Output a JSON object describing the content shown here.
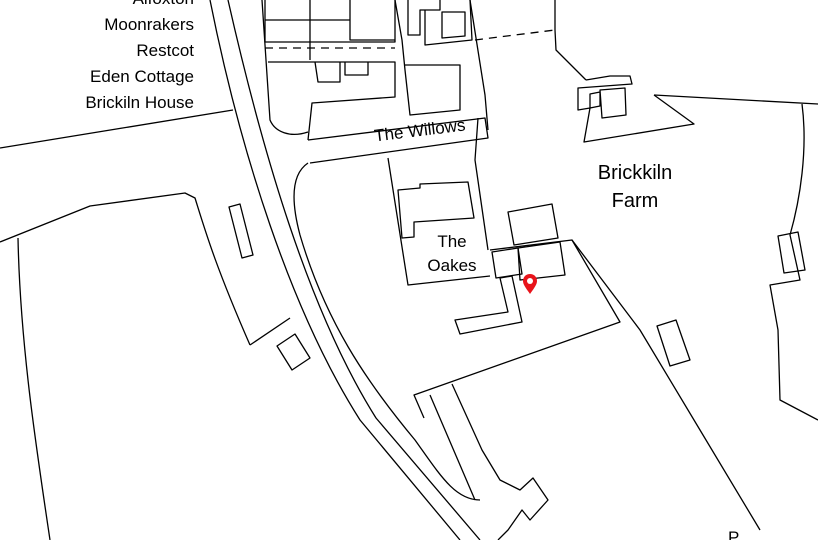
{
  "labels": {
    "top_cut": "Alfoxton",
    "moonrakers": "Moonrakers",
    "restcot": "Restcot",
    "eden_cottage": "Eden Cottage",
    "brickiln_house": "Brickiln House",
    "willows": "The Willows",
    "oakes_line1": "The",
    "oakes_line2": "Oakes",
    "farm_line1": "Brickkiln",
    "farm_line2": "Farm",
    "bottom_cut": "P"
  },
  "colors": {
    "linework": "#000000",
    "marker": "#e8141b",
    "background": "#ffffff"
  },
  "marker": {
    "icon": "location-pin-icon"
  }
}
